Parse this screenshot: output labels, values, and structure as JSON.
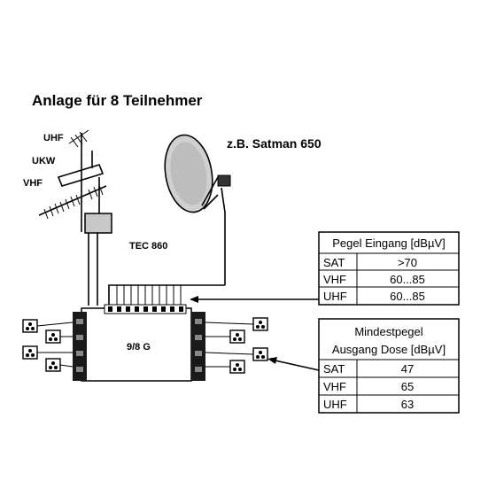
{
  "title": "Anlage für 8 Teilnehmer",
  "antenna_labels": {
    "uhf": "UHF",
    "ukw": "UKW",
    "vhf": "VHF"
  },
  "dish_label": "z.B. Satman 650",
  "amplifier_label": "TEC 860",
  "multiswitch_label": "9/8 G",
  "input_table": {
    "header": "Pegel Eingang [dBµV]",
    "rows": [
      {
        "band": "SAT",
        "value": ">70"
      },
      {
        "band": "VHF",
        "value": "60...85"
      },
      {
        "band": "UHF",
        "value": "60...85"
      }
    ]
  },
  "output_table": {
    "header_line1": "Mindestpegel",
    "header_line2": "Ausgang Dose [dBµV]",
    "rows": [
      {
        "band": "SAT",
        "value": "47"
      },
      {
        "band": "VHF",
        "value": "65"
      },
      {
        "band": "UHF",
        "value": "63"
      }
    ]
  }
}
